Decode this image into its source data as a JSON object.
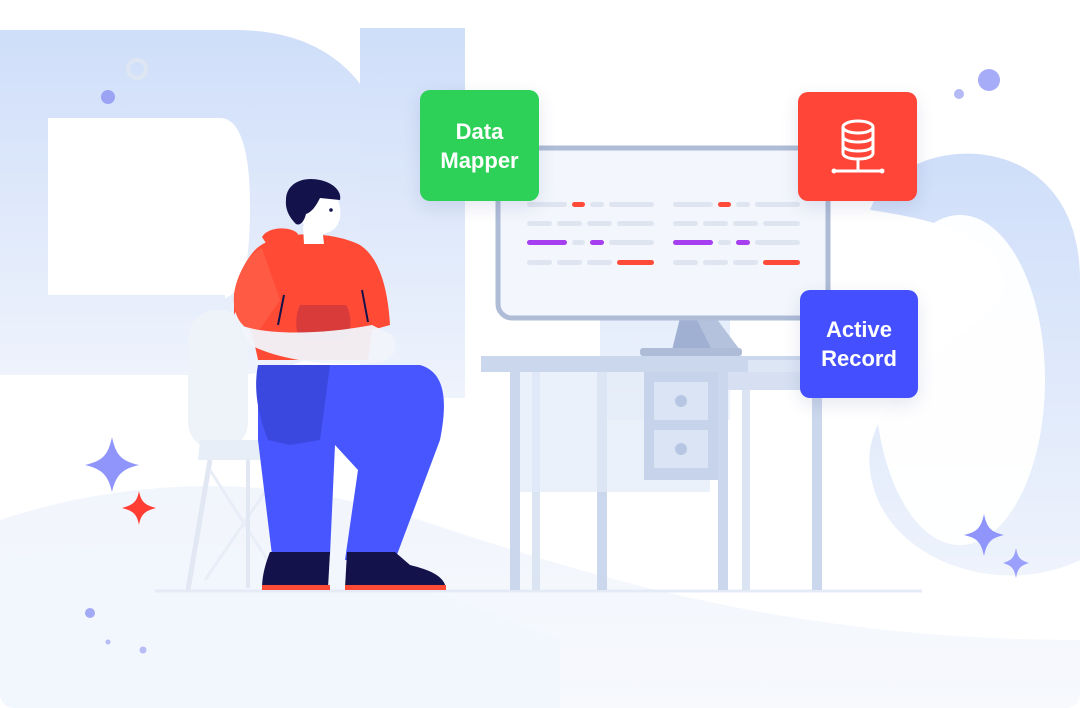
{
  "cards": {
    "data_mapper": {
      "line1": "Data",
      "line2": "Mapper",
      "color": "#2ed158"
    },
    "database": {
      "icon": "database-icon",
      "color": "#ff4438"
    },
    "active_record": {
      "line1": "Active",
      "line2": "Record",
      "color": "#4450ff"
    }
  },
  "colors": {
    "background_letters": "#d2e1fa",
    "shirt": "#ff4b35",
    "pants": "#4756ff",
    "monitor_frame": "#aebcd6",
    "desk": "#c3d1e8",
    "sparkle_purple": "#8d94ff",
    "sparkle_red": "#ff3d33",
    "code_purple": "#a53ff0",
    "code_red": "#ff4a3a"
  }
}
